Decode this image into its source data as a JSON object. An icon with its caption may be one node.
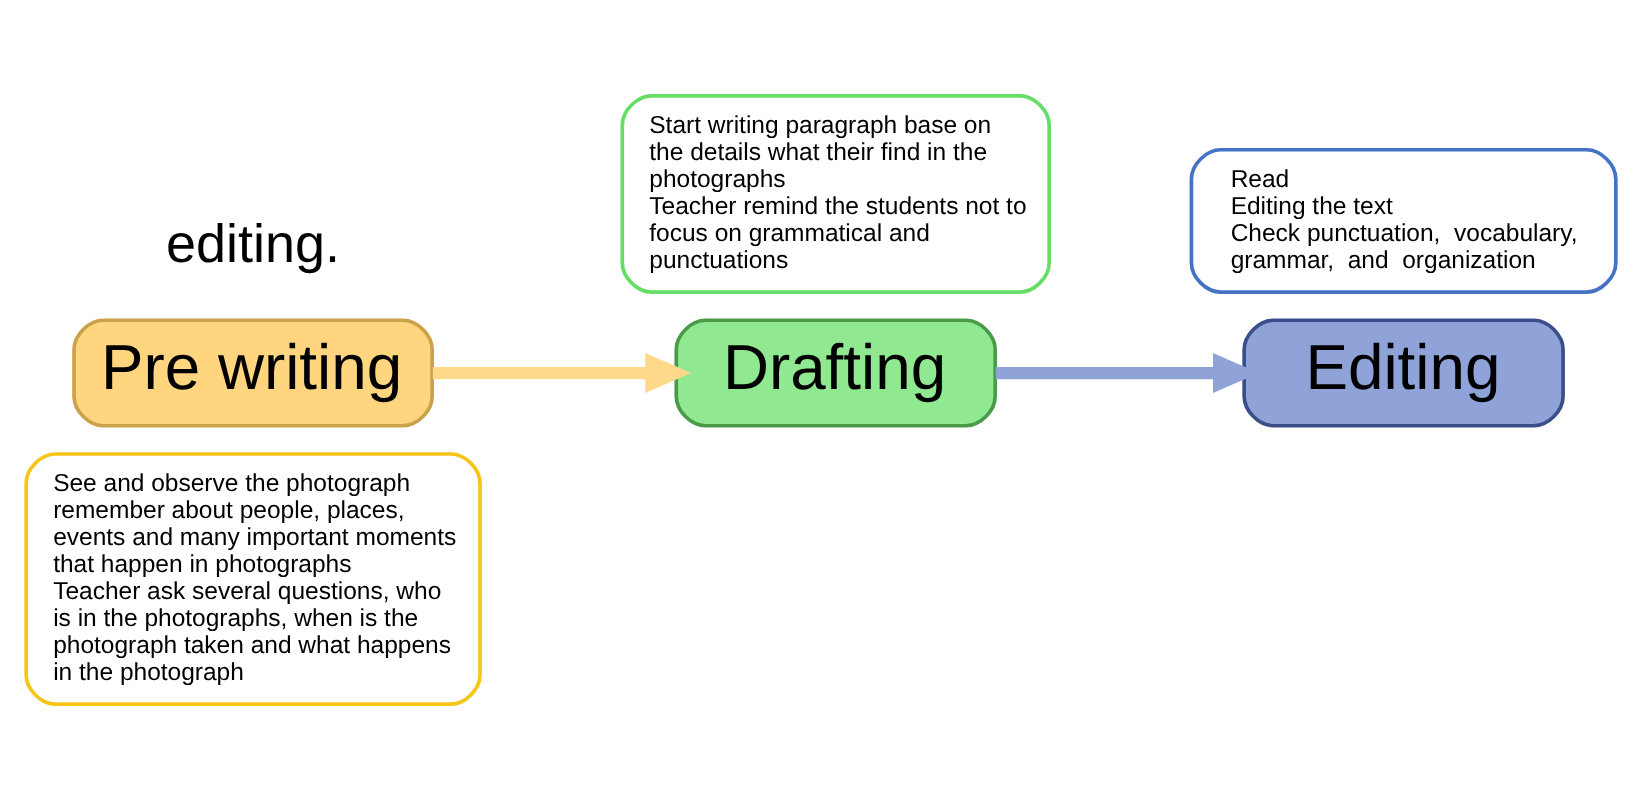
{
  "diagram": {
    "nodes": [
      {
        "text": [
          "See and observe the photograph",
          "remember about people, places, events and many important moments that happen in photographs",
          "Teacher ask several questions, who is in the photographs, when is the photograph taken and what happens in the photograph"
        ]
      },
      {
        "text": [
          "Pre writing"
        ]
      },
      {
        "text": [
          "Start writing paragraph base on the details what their find in the photographs",
          "Teacher remind the students not to focus on grammatical and punctuations"
        ]
      },
      {
        "text": [
          "Drafting"
        ]
      },
      {
        "text": [
          "Read",
          "Editing the text",
          "Check punctuation,  vocabulary, grammar,  and  organization"
        ]
      },
      {
        "text": [
          "Editing"
        ]
      }
    ],
    "edges": [
      {
        "from": 1,
        "to": 3,
        "arrow": "to",
        "color": "#ffd98a"
      },
      {
        "from": 3,
        "to": 5,
        "arrow": "to",
        "color": "#8fa3d8"
      }
    ],
    "labels": [
      "editing."
    ]
  }
}
